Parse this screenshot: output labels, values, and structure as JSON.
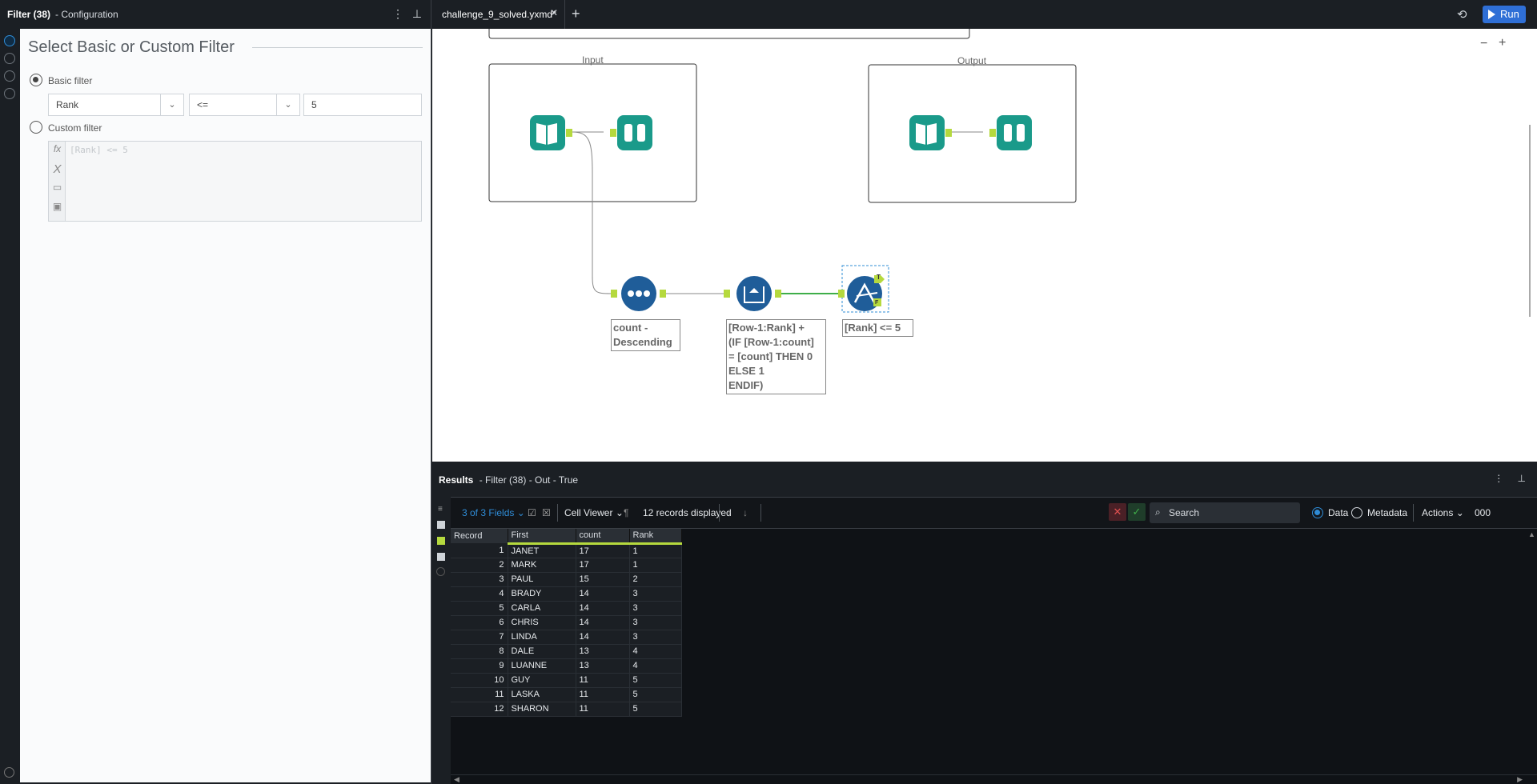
{
  "left_panel": {
    "title": "Filter (38)",
    "subtitle": "- Configuration",
    "menu_icon": "more-vertical-icon",
    "pin_icon": "pin-icon",
    "heading": "Select Basic or Custom Filter",
    "basic_label": "Basic filter",
    "field_value": "Rank",
    "operator_value": "<=",
    "value_input": "5",
    "custom_label": "Custom filter",
    "expression_placeholder": "[Rank] <= 5"
  },
  "tab": {
    "name": "challenge_9_solved.yxmd*",
    "run_label": "Run"
  },
  "canvas": {
    "containers": [
      {
        "label": "Input"
      },
      {
        "label": "Output"
      }
    ],
    "tool_labels": {
      "sort": [
        "count -",
        "Descending"
      ],
      "formula": [
        "[Row-1:Rank] +",
        "(IF [Row-1:count]",
        "= [count] THEN 0",
        "ELSE 1",
        "ENDIF)"
      ],
      "filter": "[Rank] <= 5"
    },
    "anchor_T": "T",
    "anchor_F": "F",
    "zoom_out": "−",
    "zoom_in": "+"
  },
  "results": {
    "title": "Results",
    "subtitle": "- Filter (38) - Out - True",
    "fields_label": "3 of 3 Fields",
    "viewer_label": "Cell Viewer",
    "records_label": "12 records displayed",
    "search_placeholder": "Search",
    "data_label": "Data",
    "metadata_label": "Metadata",
    "actions_label": "Actions",
    "zoom_label": "000",
    "columns": [
      "Record",
      "First",
      "count",
      "Rank"
    ],
    "rows": [
      [
        "1",
        "JANET",
        "17",
        "1"
      ],
      [
        "2",
        "MARK",
        "17",
        "1"
      ],
      [
        "3",
        "PAUL",
        "15",
        "2"
      ],
      [
        "4",
        "BRADY",
        "14",
        "3"
      ],
      [
        "5",
        "CARLA",
        "14",
        "3"
      ],
      [
        "6",
        "CHRIS",
        "14",
        "3"
      ],
      [
        "7",
        "LINDA",
        "14",
        "3"
      ],
      [
        "8",
        "DALE",
        "13",
        "4"
      ],
      [
        "9",
        "LUANNE",
        "13",
        "4"
      ],
      [
        "10",
        "GUY",
        "11",
        "5"
      ],
      [
        "11",
        "LASKA",
        "11",
        "5"
      ],
      [
        "12",
        "SHARON",
        "11",
        "5"
      ]
    ]
  },
  "colors": {
    "accent": "#2f8cd6",
    "run_button": "#2f6fd6",
    "tool_teal": "#1a9a8a",
    "tool_blue": "#1f5d99",
    "connection_green": "#3fae49"
  }
}
